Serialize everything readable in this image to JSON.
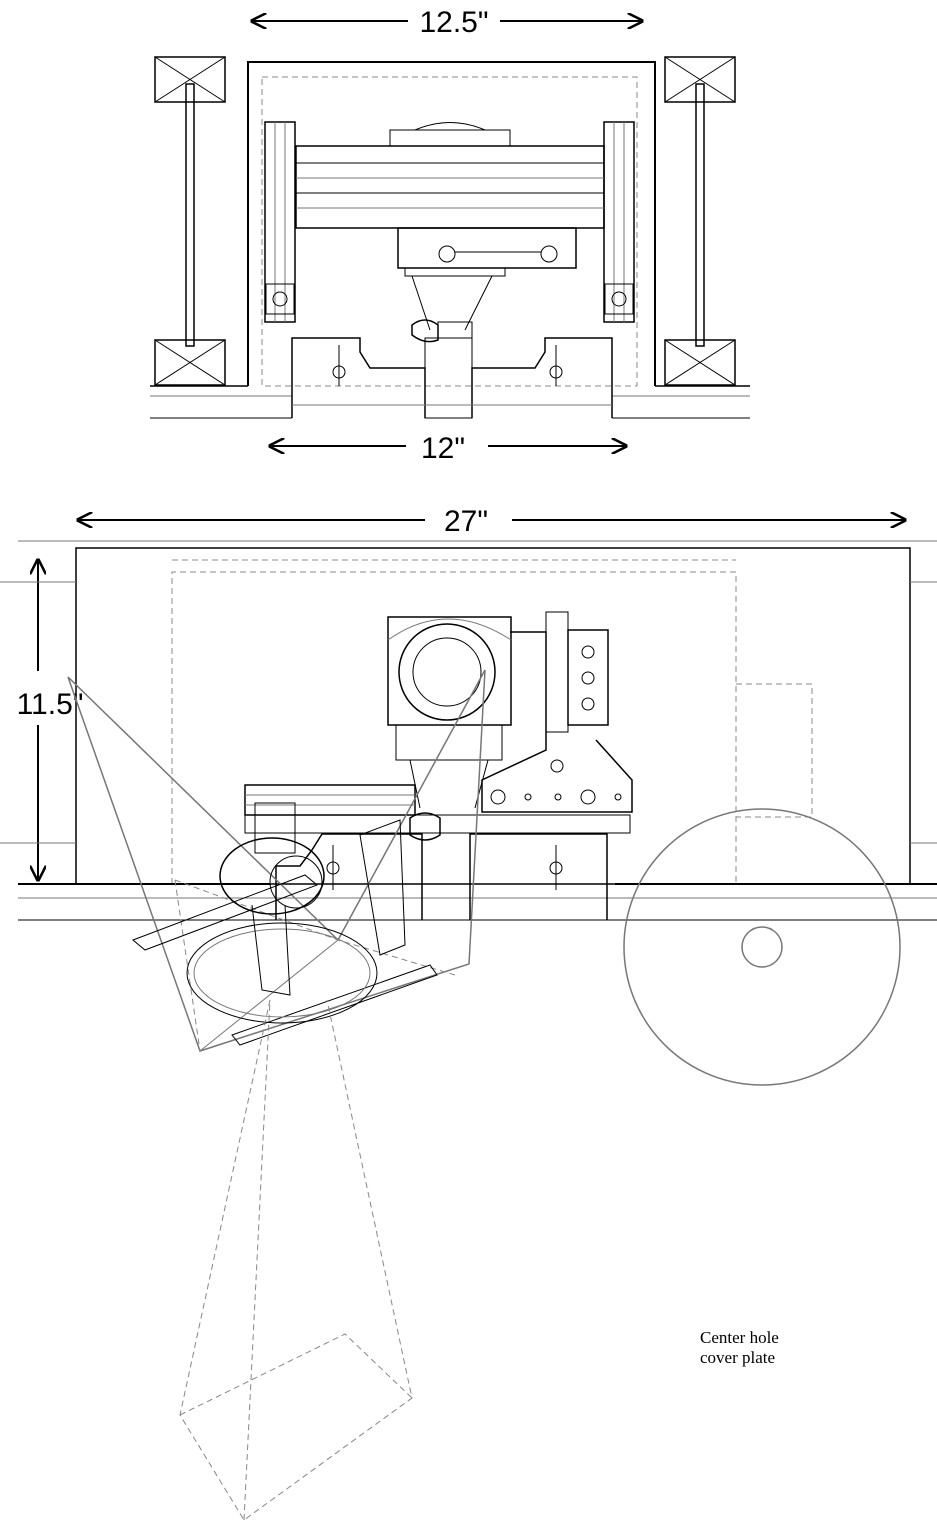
{
  "dimensions": {
    "top_width": "12.5\"",
    "top_base_width": "12\"",
    "side_width": "27\"",
    "side_height": "11.5\""
  },
  "caption": {
    "line1": "Center hole",
    "line2": "cover plate"
  }
}
